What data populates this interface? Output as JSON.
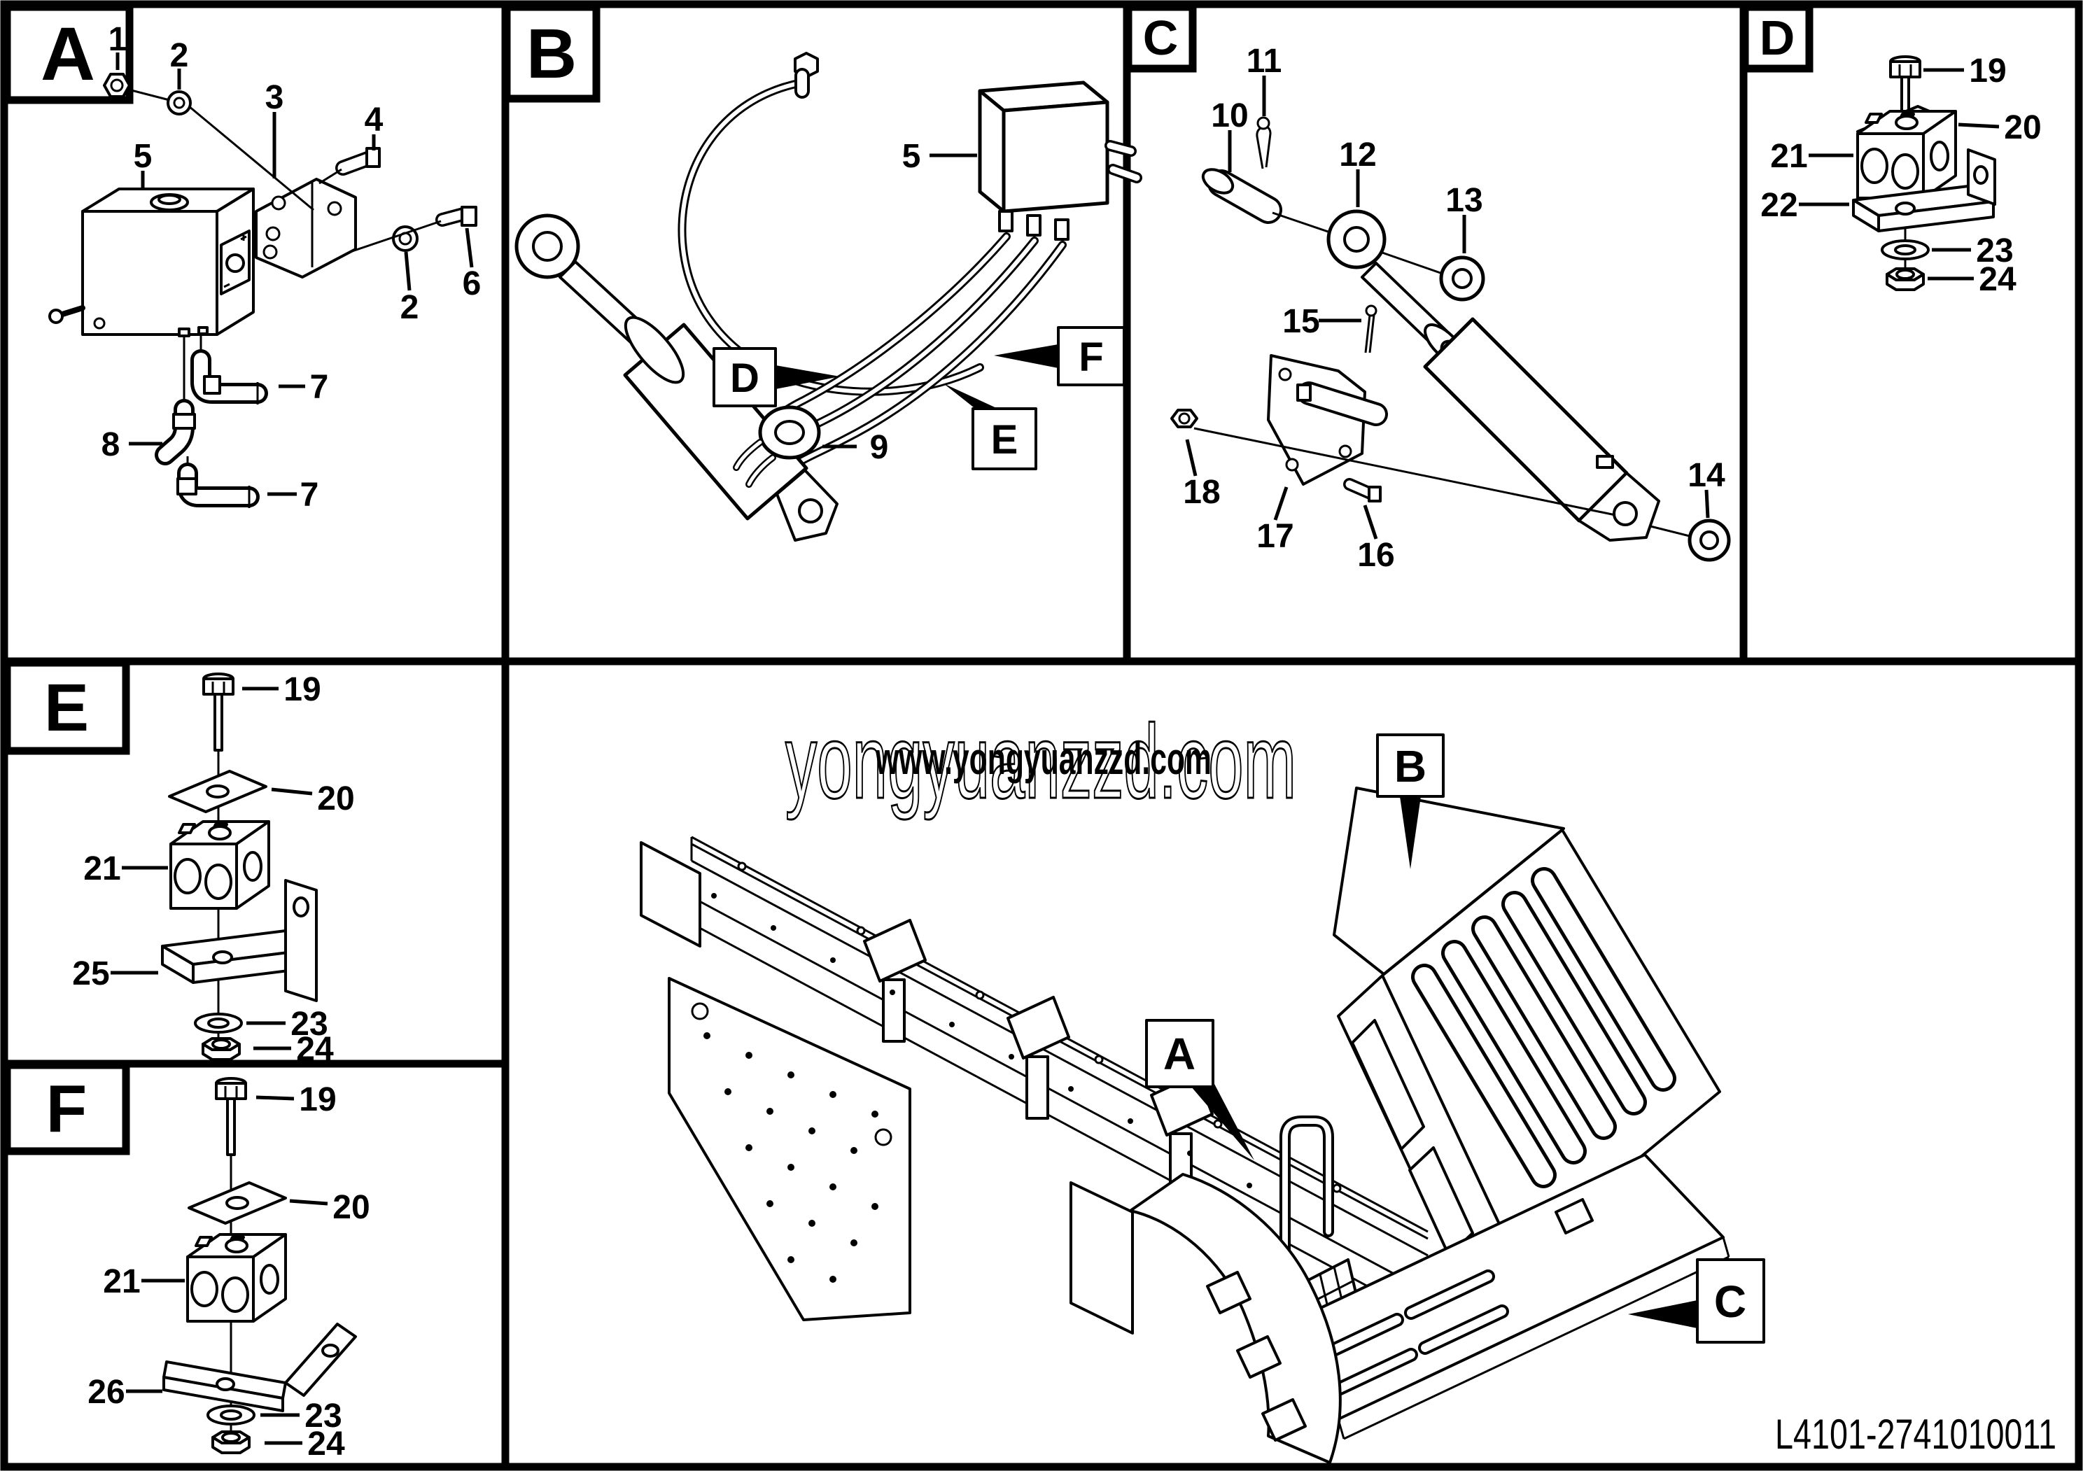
{
  "drawing_number": "L4101-2741010011",
  "colors": {
    "line": "#000000",
    "background": "#ffffff",
    "watermark_overlay": "#2277cc"
  },
  "watermark": {
    "outline_text": "yongyuanzzd.com",
    "overlay_text": "www.yongyuanzzd.com",
    "overlay_color": "#2277cc"
  },
  "panels": {
    "a": {
      "letter": "A",
      "callouts": {
        "n1": "1",
        "n2": "2",
        "n3": "3",
        "n4": "4",
        "n5": "5",
        "n2b": "2",
        "n6": "6",
        "n7a": "7",
        "n8": "8",
        "n7b": "7"
      }
    },
    "b": {
      "letter": "B",
      "callouts": {
        "n5": "5",
        "n9": "9"
      },
      "refs": {
        "d": "D",
        "e": "E",
        "f": "F"
      }
    },
    "c": {
      "letter": "C",
      "callouts": {
        "n10": "10",
        "n11": "11",
        "n12": "12",
        "n13": "13",
        "n14": "14",
        "n15": "15",
        "n16": "16",
        "n17": "17",
        "n18": "18"
      }
    },
    "d": {
      "letter": "D",
      "callouts": {
        "n19": "19",
        "n20": "20",
        "n21": "21",
        "n22": "22",
        "n23": "23",
        "n24": "24"
      }
    },
    "e": {
      "letter": "E",
      "callouts": {
        "n19": "19",
        "n20": "20",
        "n21": "21",
        "n25": "25",
        "n23": "23",
        "n24": "24"
      }
    },
    "f": {
      "letter": "F",
      "callouts": {
        "n19": "19",
        "n20": "20",
        "n21": "21",
        "n26": "26",
        "n23": "23",
        "n24": "24"
      }
    }
  },
  "overview": {
    "callout_a": "A",
    "callout_b": "B",
    "callout_c": "C"
  }
}
